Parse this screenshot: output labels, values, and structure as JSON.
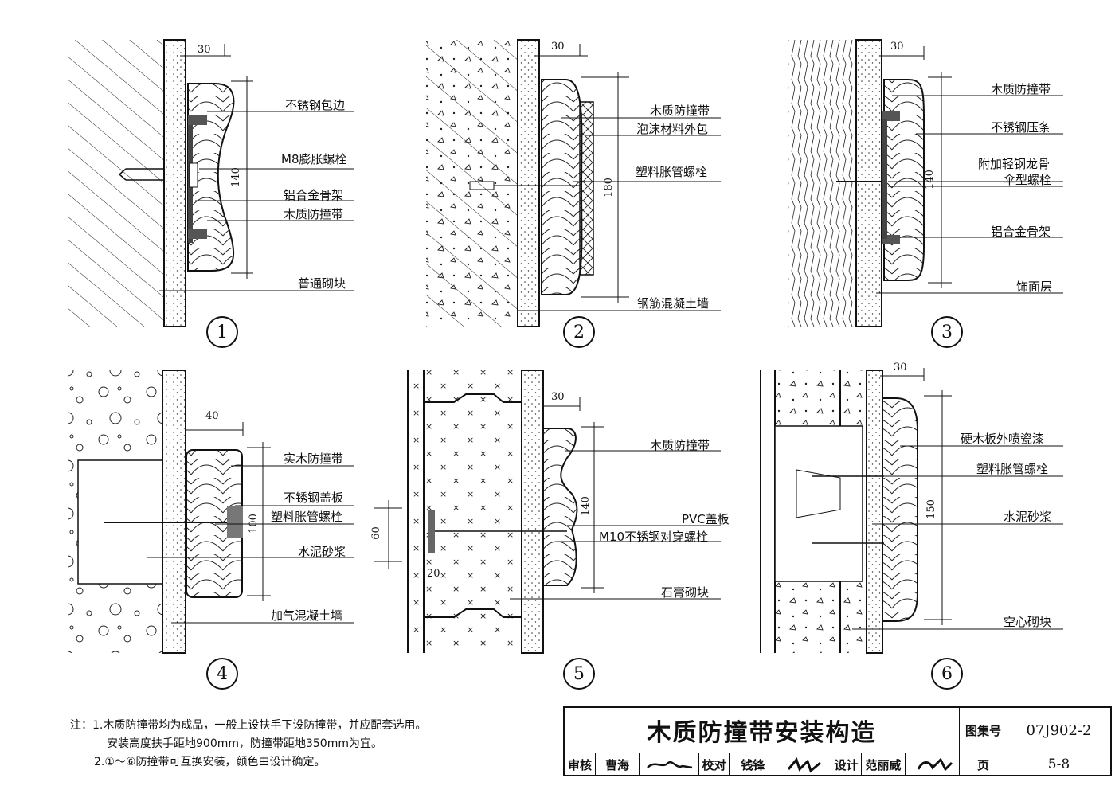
{
  "detail_labels": {
    "d1": [
      "不锈钢包边",
      "M8膨胀螺栓",
      "铝合金骨架",
      "木质防撞带",
      "普通砌块"
    ],
    "d2": [
      "木质防撞带",
      "泡沫材料外包",
      "塑料胀管螺栓",
      "钢筋混凝土墙"
    ],
    "d3": [
      "木质防撞带",
      "不锈钢压条",
      "附加轻钢龙骨",
      "伞型螺栓",
      "铝合金骨架",
      "饰面层"
    ],
    "d4": [
      "实木防撞带",
      "不锈钢盖板",
      "塑料胀管螺栓",
      "水泥砂浆",
      "加气混凝土墙"
    ],
    "d5": [
      "木质防撞带",
      "PVC盖板",
      "M10不锈钢对穿螺栓",
      "石膏砌块"
    ],
    "d6": [
      "硬木板外喷瓷漆",
      "塑料胀管螺栓",
      "水泥砂浆",
      "空心砌块"
    ]
  },
  "dimensions": {
    "d1": [
      "30",
      "140"
    ],
    "d2": [
      "30",
      "180"
    ],
    "d3": [
      "30",
      "140"
    ],
    "d4": [
      "40",
      "100"
    ],
    "d5": [
      "30",
      "140",
      "60",
      "20"
    ],
    "d6": [
      "30",
      "150"
    ]
  },
  "detail_numbers": [
    "1",
    "2",
    "3",
    "4",
    "5",
    "6"
  ],
  "notes": [
    "注：1.木质防撞带均为成品，一般上设扶手下设防撞带，并应配套选用。",
    "安装高度扶手距地900mm，防撞带距地350mm为宜。",
    "2.①～⑥防撞带可互换安装，颜色由设计确定。"
  ],
  "title_block": {
    "title": "木质防撞带安装构造",
    "atlas_label": "图集号",
    "atlas_no": "07J902-2",
    "review_label": "审核",
    "reviewer": "曹海",
    "check_label": "校对",
    "checker": "钱锋",
    "design_label": "设计",
    "designer": "范丽威",
    "page_label": "页",
    "page_no": "5-8"
  }
}
